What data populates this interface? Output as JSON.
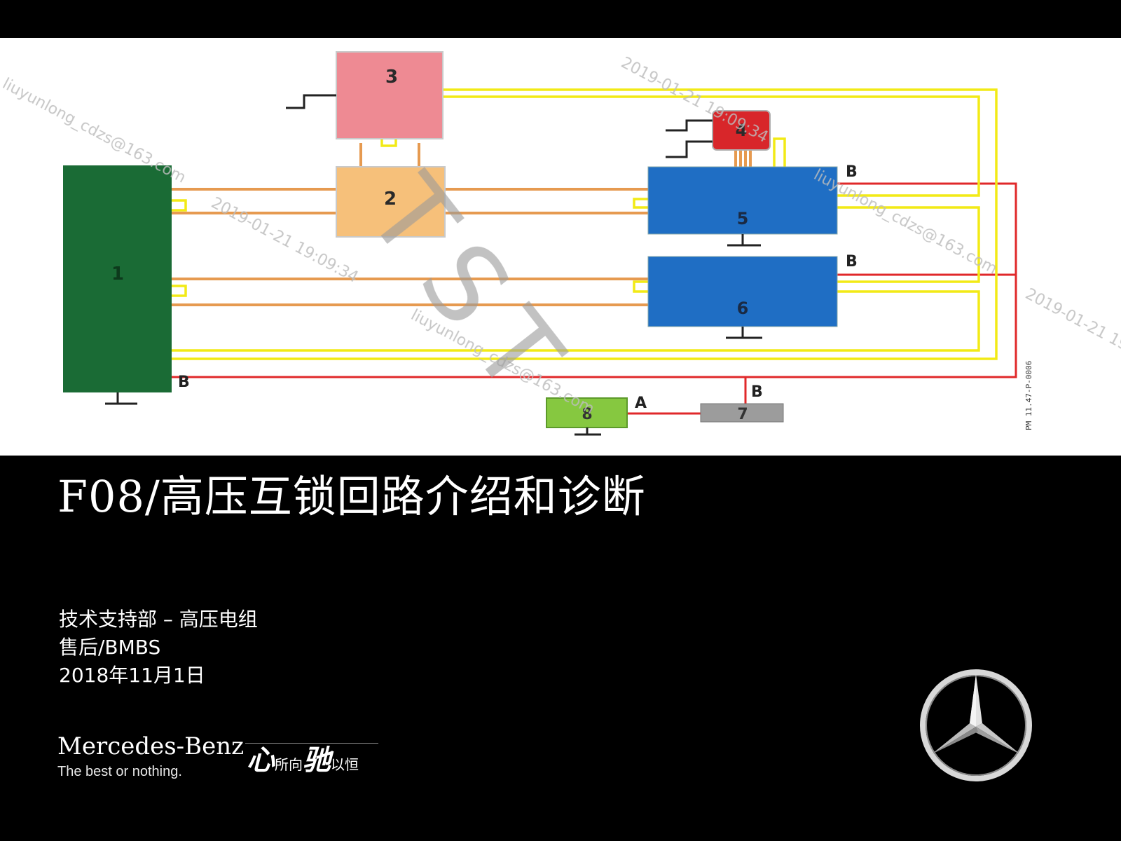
{
  "diagram": {
    "nodes": [
      {
        "id": "1",
        "label": "1",
        "color": "#1a6b35"
      },
      {
        "id": "2",
        "label": "2",
        "color": "#f6c07a"
      },
      {
        "id": "3",
        "label": "3",
        "color": "#ee8a93"
      },
      {
        "id": "4",
        "label": "4",
        "color": "#d8262a"
      },
      {
        "id": "5",
        "label": "5",
        "color": "#1f6ec4"
      },
      {
        "id": "6",
        "label": "6",
        "color": "#1f6ec4"
      },
      {
        "id": "7",
        "label": "7",
        "color": "#9c9c9c"
      },
      {
        "id": "8",
        "label": "8",
        "color": "#86c840"
      }
    ],
    "terminals": {
      "b": "B",
      "a": "A"
    },
    "wire_colors": {
      "interlock": "#f2ea16",
      "hv": "#e69a50",
      "twelve_volt": "#e0282a"
    },
    "ref_code": "PM 11.47-P-0006",
    "watermark": {
      "email": "liuyunlong_cdzs@163.com",
      "timestamp": "2019-01-21 19:09:34",
      "stamp": "T S T"
    }
  },
  "title": "F08/高压互锁回路介绍和诊断",
  "meta": {
    "department": "技术支持部 – 高压电组",
    "division": "售后/BMBS",
    "date": "2018年11月1日"
  },
  "brand": {
    "name": "Mercedes-Benz",
    "tagline": "The best or nothing.",
    "slogan_big_1": "心",
    "slogan_small_1": "所向",
    "slogan_big_2": "驰",
    "slogan_small_2": "以恒"
  },
  "logo": {
    "icon": "three-pointed-star-icon"
  }
}
